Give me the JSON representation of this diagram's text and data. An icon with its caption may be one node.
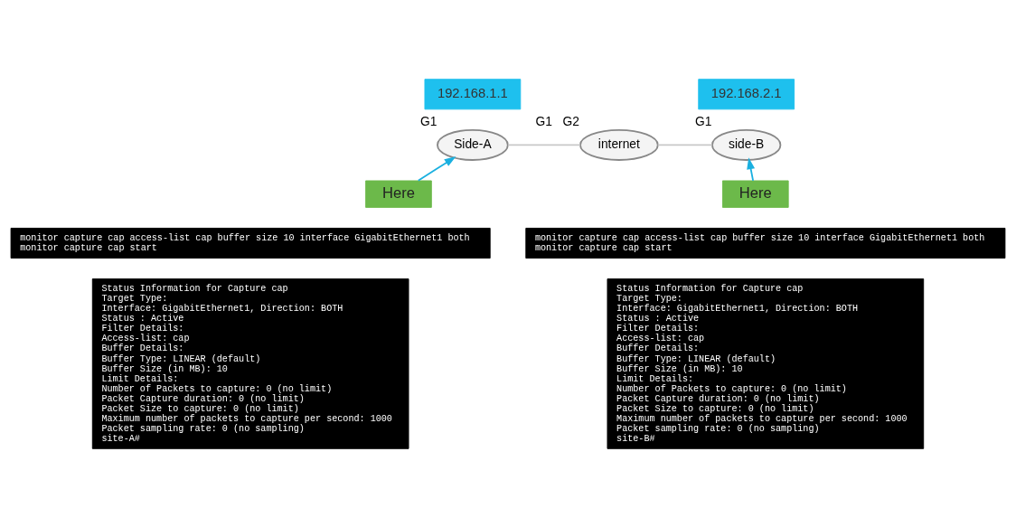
{
  "diagram": {
    "nodes": [
      {
        "text": [
          "192.168.1.1"
        ]
      },
      {
        "text": [
          "Side-A"
        ],
        "beside": [
          "G1"
        ]
      },
      {
        "text": [
          "internet"
        ],
        "beside": [
          "G1",
          "G2"
        ]
      },
      {
        "text": [
          "192.168.2.1"
        ]
      },
      {
        "text": [
          "side-B"
        ],
        "beside": [
          "G1"
        ]
      },
      {
        "text": [
          "Here"
        ]
      },
      {
        "text": [
          "Here"
        ]
      },
      {
        "text": [
          "monitor capture cap access-list cap buffer size 10 interface GigabitEthernet1 both",
          "monitor capture cap start"
        ]
      },
      {
        "text": [
          "monitor capture cap access-list cap buffer size 10 interface GigabitEthernet1 both",
          "monitor capture cap start"
        ]
      },
      {
        "text": [
          "Status Information for Capture cap",
          "Target Type:",
          "Interface: GigabitEthernet1, Direction: BOTH",
          "Status : Active",
          "Filter Details:",
          "Access-list: cap",
          "Buffer Details:",
          "Buffer Type: LINEAR (default)",
          "Buffer Size (in MB): 10",
          "Limit Details:",
          "Number of Packets to capture: 0 (no limit)",
          "Packet Capture duration: 0 (no limit)",
          "Packet Size to capture: 0 (no limit)",
          "Maximum number of packets to capture per second: 1000",
          "Packet sampling rate: 0 (no sampling)",
          "site-A#"
        ]
      },
      {
        "text": [
          "Status Information for Capture cap",
          "Target Type:",
          "Interface: GigabitEthernet1, Direction: BOTH",
          "Status : Active",
          "Filter Details:",
          "Access-list: cap",
          "Buffer Details:",
          "Buffer Type: LINEAR (default)",
          "Buffer Size (in MB): 10",
          "Limit Details:",
          "Number of Packets to capture: 0 (no limit)",
          "Packet Capture duration: 0 (no limit)",
          "Packet Size to capture: 0 (no limit)",
          "Maximum number of packets to capture per second: 1000",
          "Packet sampling rate: 0 (no sampling)",
          "site-B#"
        ]
      }
    ],
    "edges": [
      {
        "from": 1,
        "to": 2,
        "arrow": "none",
        "color": "#c8c8c8"
      },
      {
        "from": 2,
        "to": 4,
        "arrow": "none",
        "color": "#c8c8c8"
      },
      {
        "from": 5,
        "to": 1,
        "arrow": "to",
        "color": "#1ab0e0"
      },
      {
        "from": 6,
        "to": 4,
        "arrow": "to",
        "color": "#1ab0e0"
      }
    ]
  }
}
